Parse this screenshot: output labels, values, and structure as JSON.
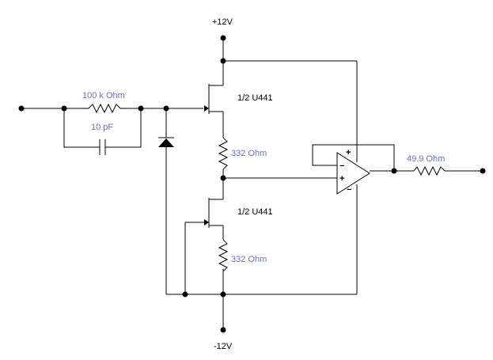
{
  "supplies": {
    "positive": "+12V",
    "negative": "-12V"
  },
  "input_network": {
    "resistor": "100 k Ohm",
    "capacitor": "10 pF"
  },
  "jfet_upper": {
    "label": "1/2 U441",
    "source_resistor": "332  Ohm"
  },
  "jfet_lower": {
    "label": "1/2 U441",
    "source_resistor": "332  Ohm"
  },
  "opamp": {
    "plus_top": "+",
    "minus_left": "−",
    "plus_left": "+",
    "minus_bottom": "−"
  },
  "output": {
    "resistor": "49.9  Ohm"
  },
  "colors": {
    "component_value": "#6b6bd6",
    "wire": "#000000"
  }
}
